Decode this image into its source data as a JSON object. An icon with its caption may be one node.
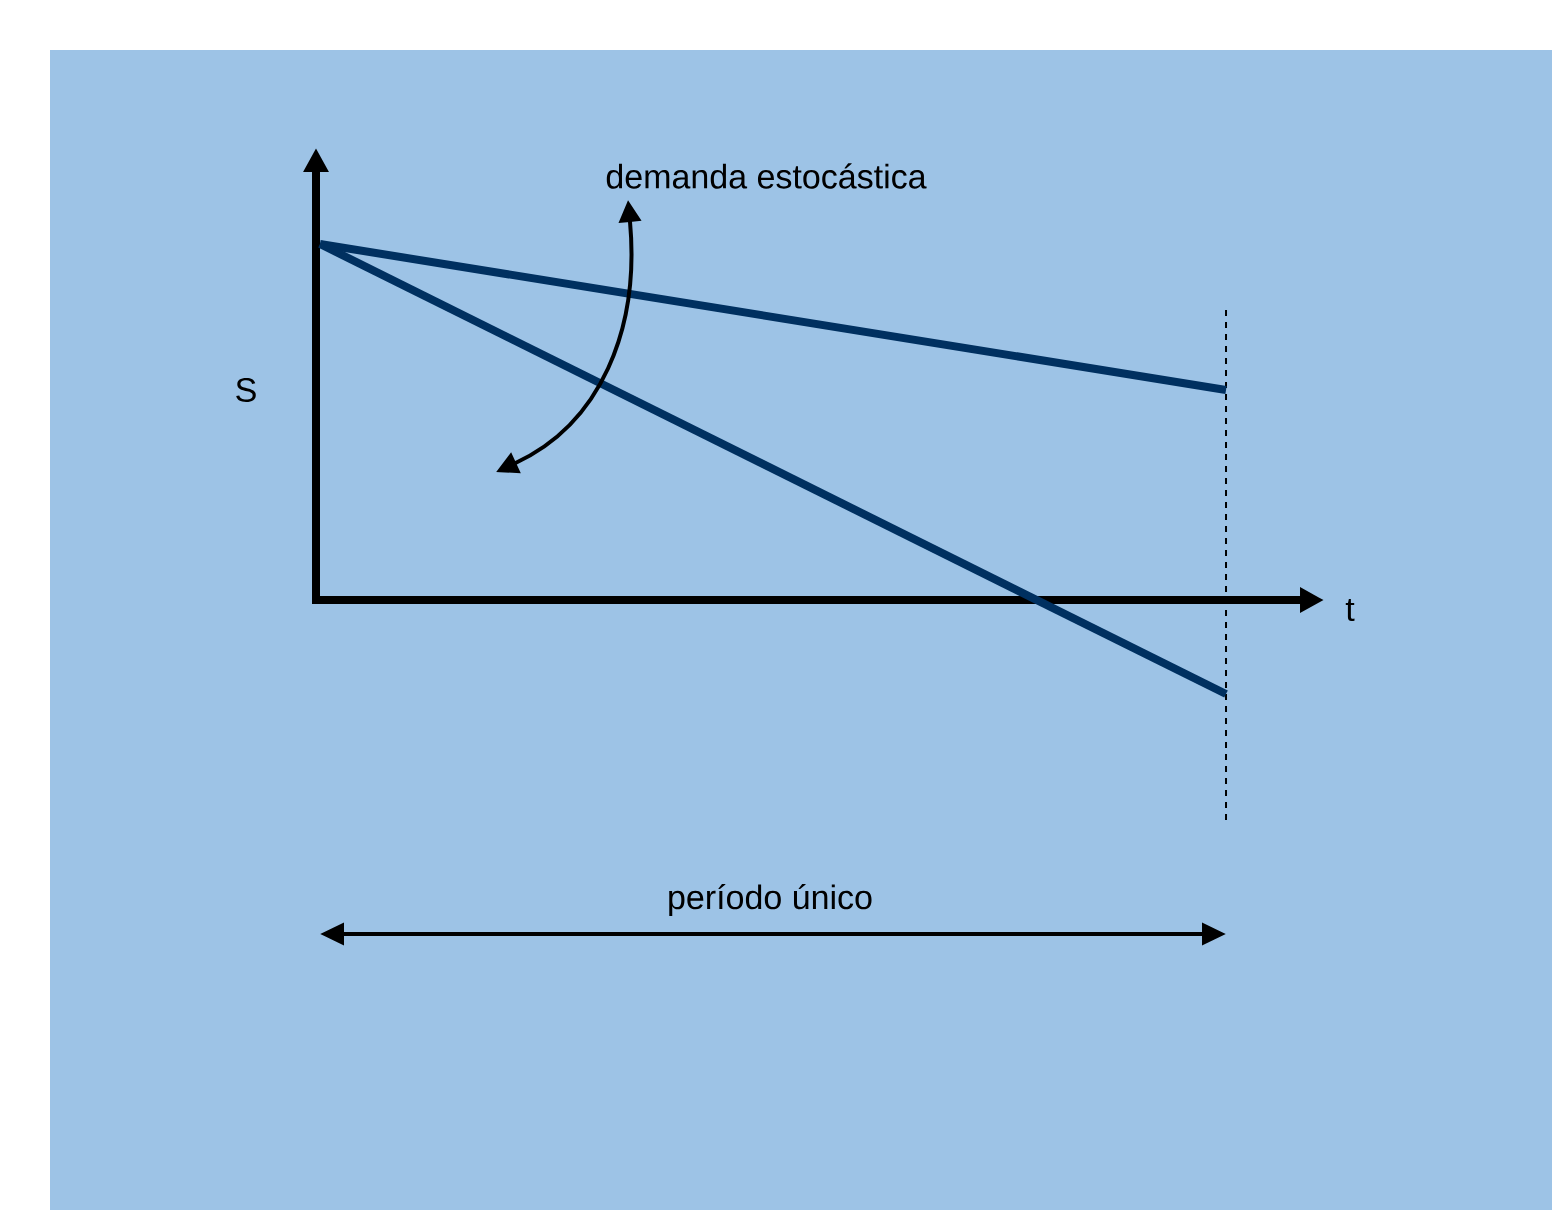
{
  "diagram": {
    "labels": [
      "demanda estocástica",
      "S",
      "t",
      "período único"
    ]
  }
}
